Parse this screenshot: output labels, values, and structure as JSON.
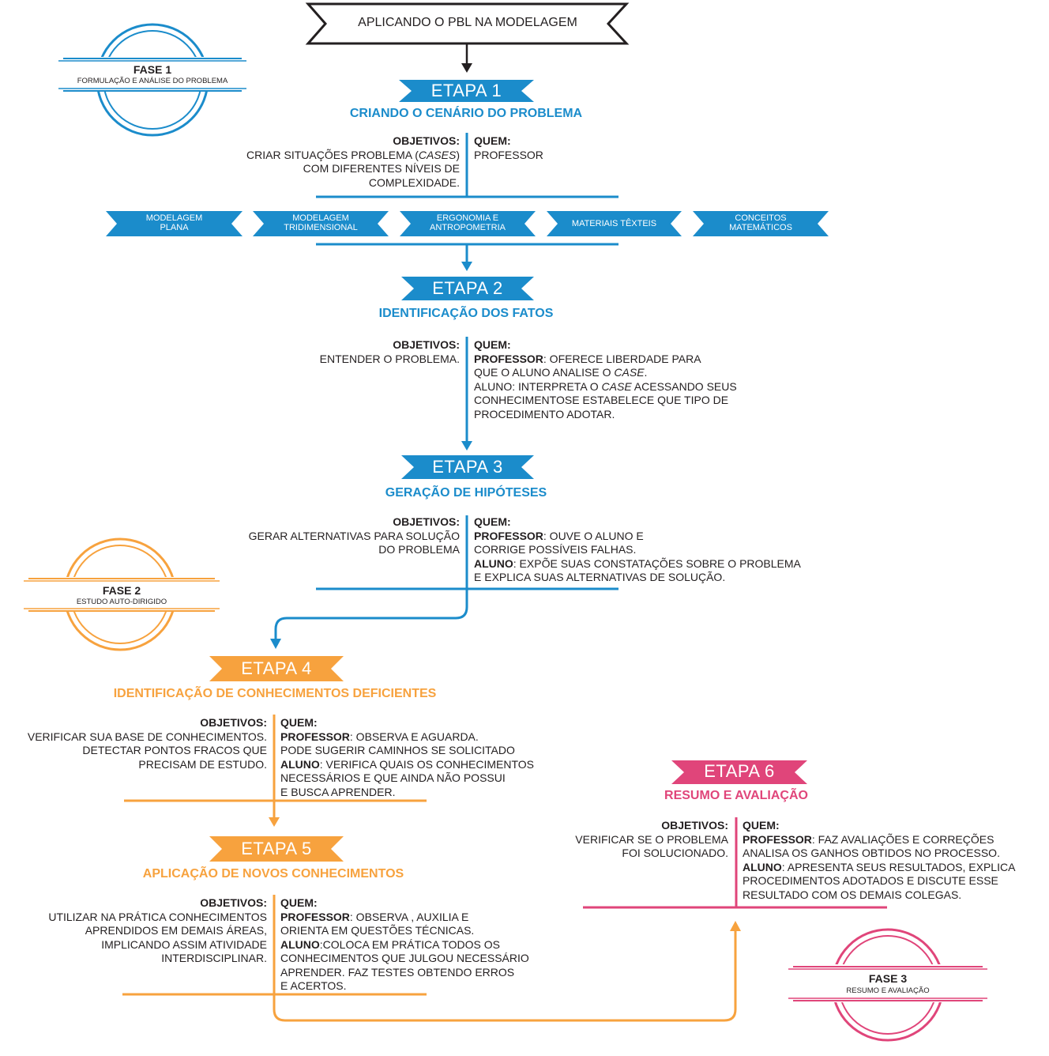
{
  "header": {
    "title": "APLICANDO O PBL NA MODELAGEM"
  },
  "colors": {
    "blue": "#1b8ccb",
    "orange": "#f7a23e",
    "pink": "#e0457a",
    "black": "#231f20"
  },
  "fases": [
    {
      "title": "FASE 1",
      "subtitle": "FORMULAÇÃO E ANÁLISE DO PROBLEMA"
    },
    {
      "title": "FASE 2",
      "subtitle": "ESTUDO AUTO-DIRIGIDO"
    },
    {
      "title": "FASE 3",
      "subtitle": "RESUMO E AVALIAÇÃO"
    }
  ],
  "labels": {
    "objetivos": "OBJETIVOS:",
    "quem": "QUEM:",
    "professor": "PROFESSOR",
    "aluno": "ALUNO"
  },
  "etapas": [
    {
      "label": "ETAPA 1",
      "title": "CRIANDO O CENÁRIO DO PROBLEMA",
      "obj_lines": [
        "CRIAR SITUAÇÕES PROBLEMA  (",
        "CASES",
        ")",
        "COM DIFERENTES NÍVEIS DE",
        "COMPLEXIDADE."
      ],
      "quem_lines": [
        "PROFESSOR"
      ]
    },
    {
      "label": "ETAPA 2",
      "title": "IDENTIFICAÇÃO DOS FATOS",
      "obj_lines": [
        "ENTENDER O PROBLEMA."
      ],
      "quem": {
        "prof_text": ": OFERECE LIBERDADE PARA",
        "l2a": "QUE O ALUNO ANALISE O ",
        "l2b": "CASE",
        "l2c": ".",
        "l3a": "ALUNO: INTERPRETA O ",
        "l3b": "CASE",
        "l3c": " ACESSANDO SEUS",
        "l4": "CONHECIMENTOSE ESTABELECE QUE TIPO DE",
        "l5": "PROCEDIMENTO ADOTAR."
      }
    },
    {
      "label": "ETAPA 3",
      "title": "GERAÇÃO DE HIPÓTESES",
      "obj_lines": [
        "GERAR ALTERNATIVAS PARA SOLUÇÃO",
        "DO PROBLEMA"
      ],
      "quem": {
        "prof_text": ": OUVE O ALUNO E",
        "l2": "CORRIGE POSSÍVEIS FALHAS.",
        "aluno_text": ": EXPÕE SUAS CONSTATAÇÕES SOBRE O PROBLEMA",
        "l4": "E EXPLICA SUAS ALTERNATIVAS DE SOLUÇÃO."
      }
    },
    {
      "label": "ETAPA 4",
      "title": "IDENTIFICAÇÃO DE CONHECIMENTOS DEFICIENTES",
      "obj_lines": [
        "VERIFICAR SUA BASE DE CONHECIMENTOS.",
        "DETECTAR PONTOS FRACOS QUE",
        "PRECISAM DE ESTUDO."
      ],
      "quem": {
        "prof_text": ": OBSERVA E AGUARDA.",
        "l2": "PODE SUGERIR CAMINHOS SE SOLICITADO",
        "aluno_text": ": VERIFICA QUAIS OS CONHECIMENTOS",
        "l4": "NECESSÁRIOS E QUE AINDA NÃO POSSUI",
        "l5": "E BUSCA APRENDER."
      }
    },
    {
      "label": "ETAPA 5",
      "title": "APLICAÇÃO DE NOVOS CONHECIMENTOS",
      "obj_lines": [
        "UTILIZAR NA PRÁTICA CONHECIMENTOS",
        "APRENDIDOS EM DEMAIS ÁREAS,",
        "IMPLICANDO ASSIM ATIVIDADE",
        "INTERDISCIPLINAR."
      ],
      "quem": {
        "prof_text": ": OBSERVA , AUXILIA E",
        "l2": "ORIENTA EM QUESTÕES TÉCNICAS.",
        "aluno_text": ":COLOCA EM PRÁTICA TODOS OS",
        "l4": "CONHECIMENTOS QUE JULGOU NECESSÁRIO",
        "l5": "APRENDER. FAZ TESTES OBTENDO ERROS",
        "l6": "E ACERTOS."
      }
    },
    {
      "label": "ETAPA 6",
      "title": "RESUMO E AVALIAÇÃO",
      "obj_lines": [
        "VERIFICAR SE O PROBLEMA",
        "FOI SOLUCIONADO."
      ],
      "quem": {
        "prof_text": ": FAZ AVALIAÇÕES E CORREÇÕES",
        "l2": "ANALISA OS GANHOS OBTIDOS NO PROCESSO.",
        "aluno_text": ": APRESENTA SEUS RESULTADOS, EXPLICA",
        "l4": "PROCEDIMENTOS ADOTADOS E DISCUTE ESSE",
        "l5": "RESULTADO COM OS DEMAIS COLEGAS."
      }
    }
  ],
  "areas": [
    {
      "l1": "MODELAGEM",
      "l2": "PLANA"
    },
    {
      "l1": "MODELAGEM",
      "l2": "TRIDIMENSIONAL"
    },
    {
      "l1": "ERGONOMIA E",
      "l2": "ANTROPOMETRIA"
    },
    {
      "l1": "MATERIAIS TÊXTEIS",
      "l2": ""
    },
    {
      "l1": "CONCEITOS",
      "l2": "MATEMÁTICOS"
    }
  ]
}
